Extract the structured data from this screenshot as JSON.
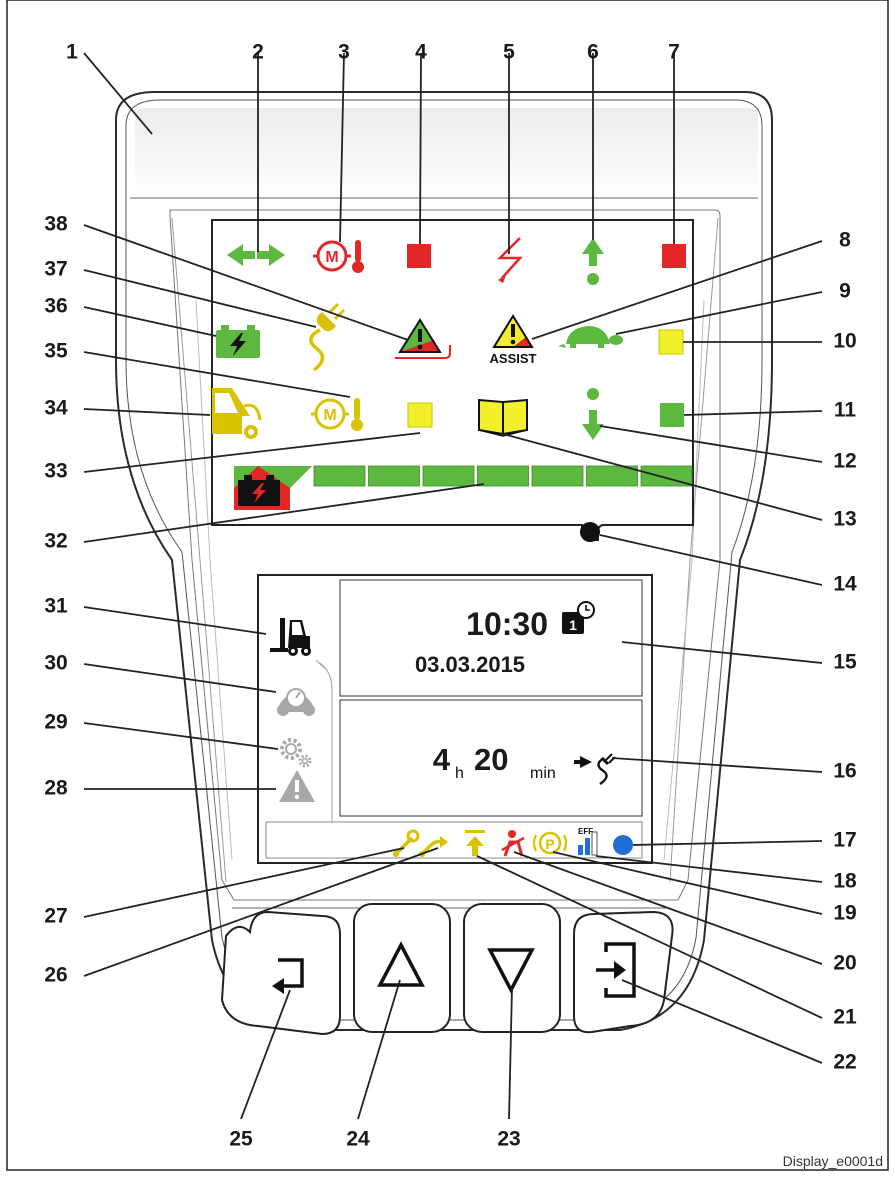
{
  "caption": "Display_e0001d",
  "callouts": [
    "1",
    "2",
    "3",
    "4",
    "5",
    "6",
    "7",
    "8",
    "9",
    "10",
    "11",
    "12",
    "13",
    "14",
    "15",
    "16",
    "17",
    "18",
    "19",
    "20",
    "21",
    "22",
    "23",
    "24",
    "25",
    "26",
    "27",
    "28",
    "29",
    "30",
    "31",
    "32",
    "33",
    "34",
    "35",
    "36",
    "37",
    "38"
  ],
  "screen": {
    "time": "10:30",
    "date": "03.03.2015",
    "hours_value": "4",
    "hours_unit": "h",
    "minutes_value": "20",
    "minutes_unit": "min"
  },
  "assist_text": "ASSIST",
  "eff_text": "EFF",
  "colors": {
    "green": "#5cb83f",
    "red": "#e32626",
    "yellow": "#f2ef2b",
    "amber": "#d9c200",
    "blue": "#1f6fd6",
    "grey": "#a8a8a8"
  },
  "battery_bar": {
    "segments": 7,
    "lit": 7
  },
  "icons": {
    "2": "direction-arrows-icon",
    "3": "motor-temperature-icon",
    "4": "red-indicator-icon",
    "5": "fault-lightning-icon",
    "6": "lift-up-icon",
    "7": "red-indicator-icon",
    "8": "assist-warning-icon",
    "9": "turtle-slow-icon",
    "10": "yellow-indicator-icon",
    "11": "green-indicator-icon",
    "12": "lower-down-icon",
    "13": "manual-book-icon",
    "14": "light-sensor-icon",
    "16": "charging-plug-icon",
    "17": "blue-indicator-icon",
    "18": "efficiency-icon",
    "19": "parking-brake-icon",
    "20": "seatbelt-icon",
    "21": "lift-limit-icon",
    "22": "enter-icon",
    "23": "down-arrow-icon",
    "24": "up-arrow-icon",
    "25": "back-icon",
    "26": "hydraulic-icon",
    "27": "service-wrench-icon",
    "28": "warning-icon",
    "29": "settings-gears-icon",
    "30": "speedometer-icon",
    "31": "forklift-icon",
    "32": "battery-charge-bar-icon",
    "33": "yellow-indicator-icon",
    "34": "operator-cabin-icon",
    "35": "motor-temperature-icon",
    "36": "battery-icon",
    "37": "plug-cable-icon",
    "38": "triangle-warning-icon"
  }
}
